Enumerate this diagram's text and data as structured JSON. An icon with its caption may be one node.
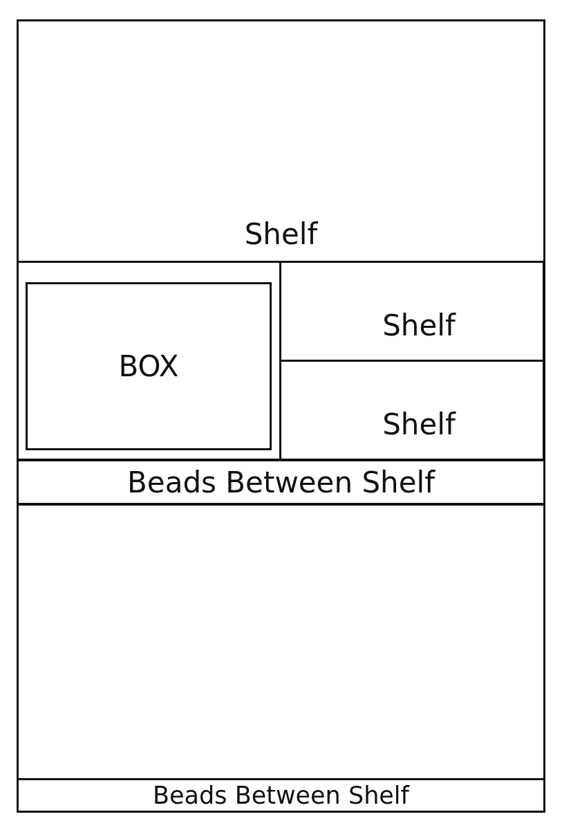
{
  "diagram": {
    "nodes": [
      {
        "text": [],
        "shape": "box"
      },
      {
        "text": [
          "Shelf"
        ],
        "in": 0
      },
      {
        "text": [],
        "shape": "box",
        "in": 0
      },
      {
        "text": [
          "BOX"
        ],
        "in": 2
      },
      {
        "text": [
          "Shelf"
        ],
        "in": 0
      },
      {
        "text": [
          "Shelf"
        ],
        "in": 0
      },
      {
        "text": [
          "Beads Between Shelf"
        ],
        "in": 0
      },
      {
        "text": [],
        "shape": "box",
        "in": 0
      },
      {
        "text": [
          "Beads Between Shelf"
        ],
        "in": 0
      }
    ],
    "edges": []
  }
}
